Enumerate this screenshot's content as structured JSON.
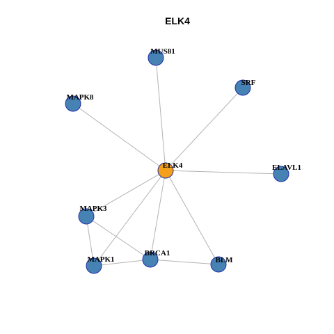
{
  "graph": {
    "title": "ELK4",
    "colors": {
      "center_node": "#f5a01a",
      "neighbor_node": "#4682b4",
      "node_border": "#1f2fa8",
      "edge": "#b3b3b3"
    },
    "nodes": [
      {
        "id": "ELK4",
        "label": "ELK4",
        "role": "center"
      },
      {
        "id": "MUS81",
        "label": "MUS81",
        "role": "neighbor"
      },
      {
        "id": "SRF",
        "label": "SRF",
        "role": "neighbor"
      },
      {
        "id": "MAPK8",
        "label": "MAPK8",
        "role": "neighbor"
      },
      {
        "id": "ELAVL1",
        "label": "ELAVL1",
        "role": "neighbor"
      },
      {
        "id": "MAPK3",
        "label": "MAPK3",
        "role": "neighbor"
      },
      {
        "id": "BRCA1",
        "label": "BRCA1",
        "role": "neighbor"
      },
      {
        "id": "MAPK1",
        "label": "MAPK1",
        "role": "neighbor"
      },
      {
        "id": "BLM",
        "label": "BLM",
        "role": "neighbor"
      }
    ],
    "edges": [
      [
        "ELK4",
        "MUS81"
      ],
      [
        "ELK4",
        "SRF"
      ],
      [
        "ELK4",
        "MAPK8"
      ],
      [
        "ELK4",
        "ELAVL1"
      ],
      [
        "ELK4",
        "MAPK3"
      ],
      [
        "ELK4",
        "BRCA1"
      ],
      [
        "ELK4",
        "MAPK1"
      ],
      [
        "ELK4",
        "BLM"
      ],
      [
        "MAPK3",
        "MAPK1"
      ],
      [
        "MAPK3",
        "BRCA1"
      ],
      [
        "MAPK1",
        "BRCA1"
      ],
      [
        "BRCA1",
        "BLM"
      ]
    ]
  }
}
